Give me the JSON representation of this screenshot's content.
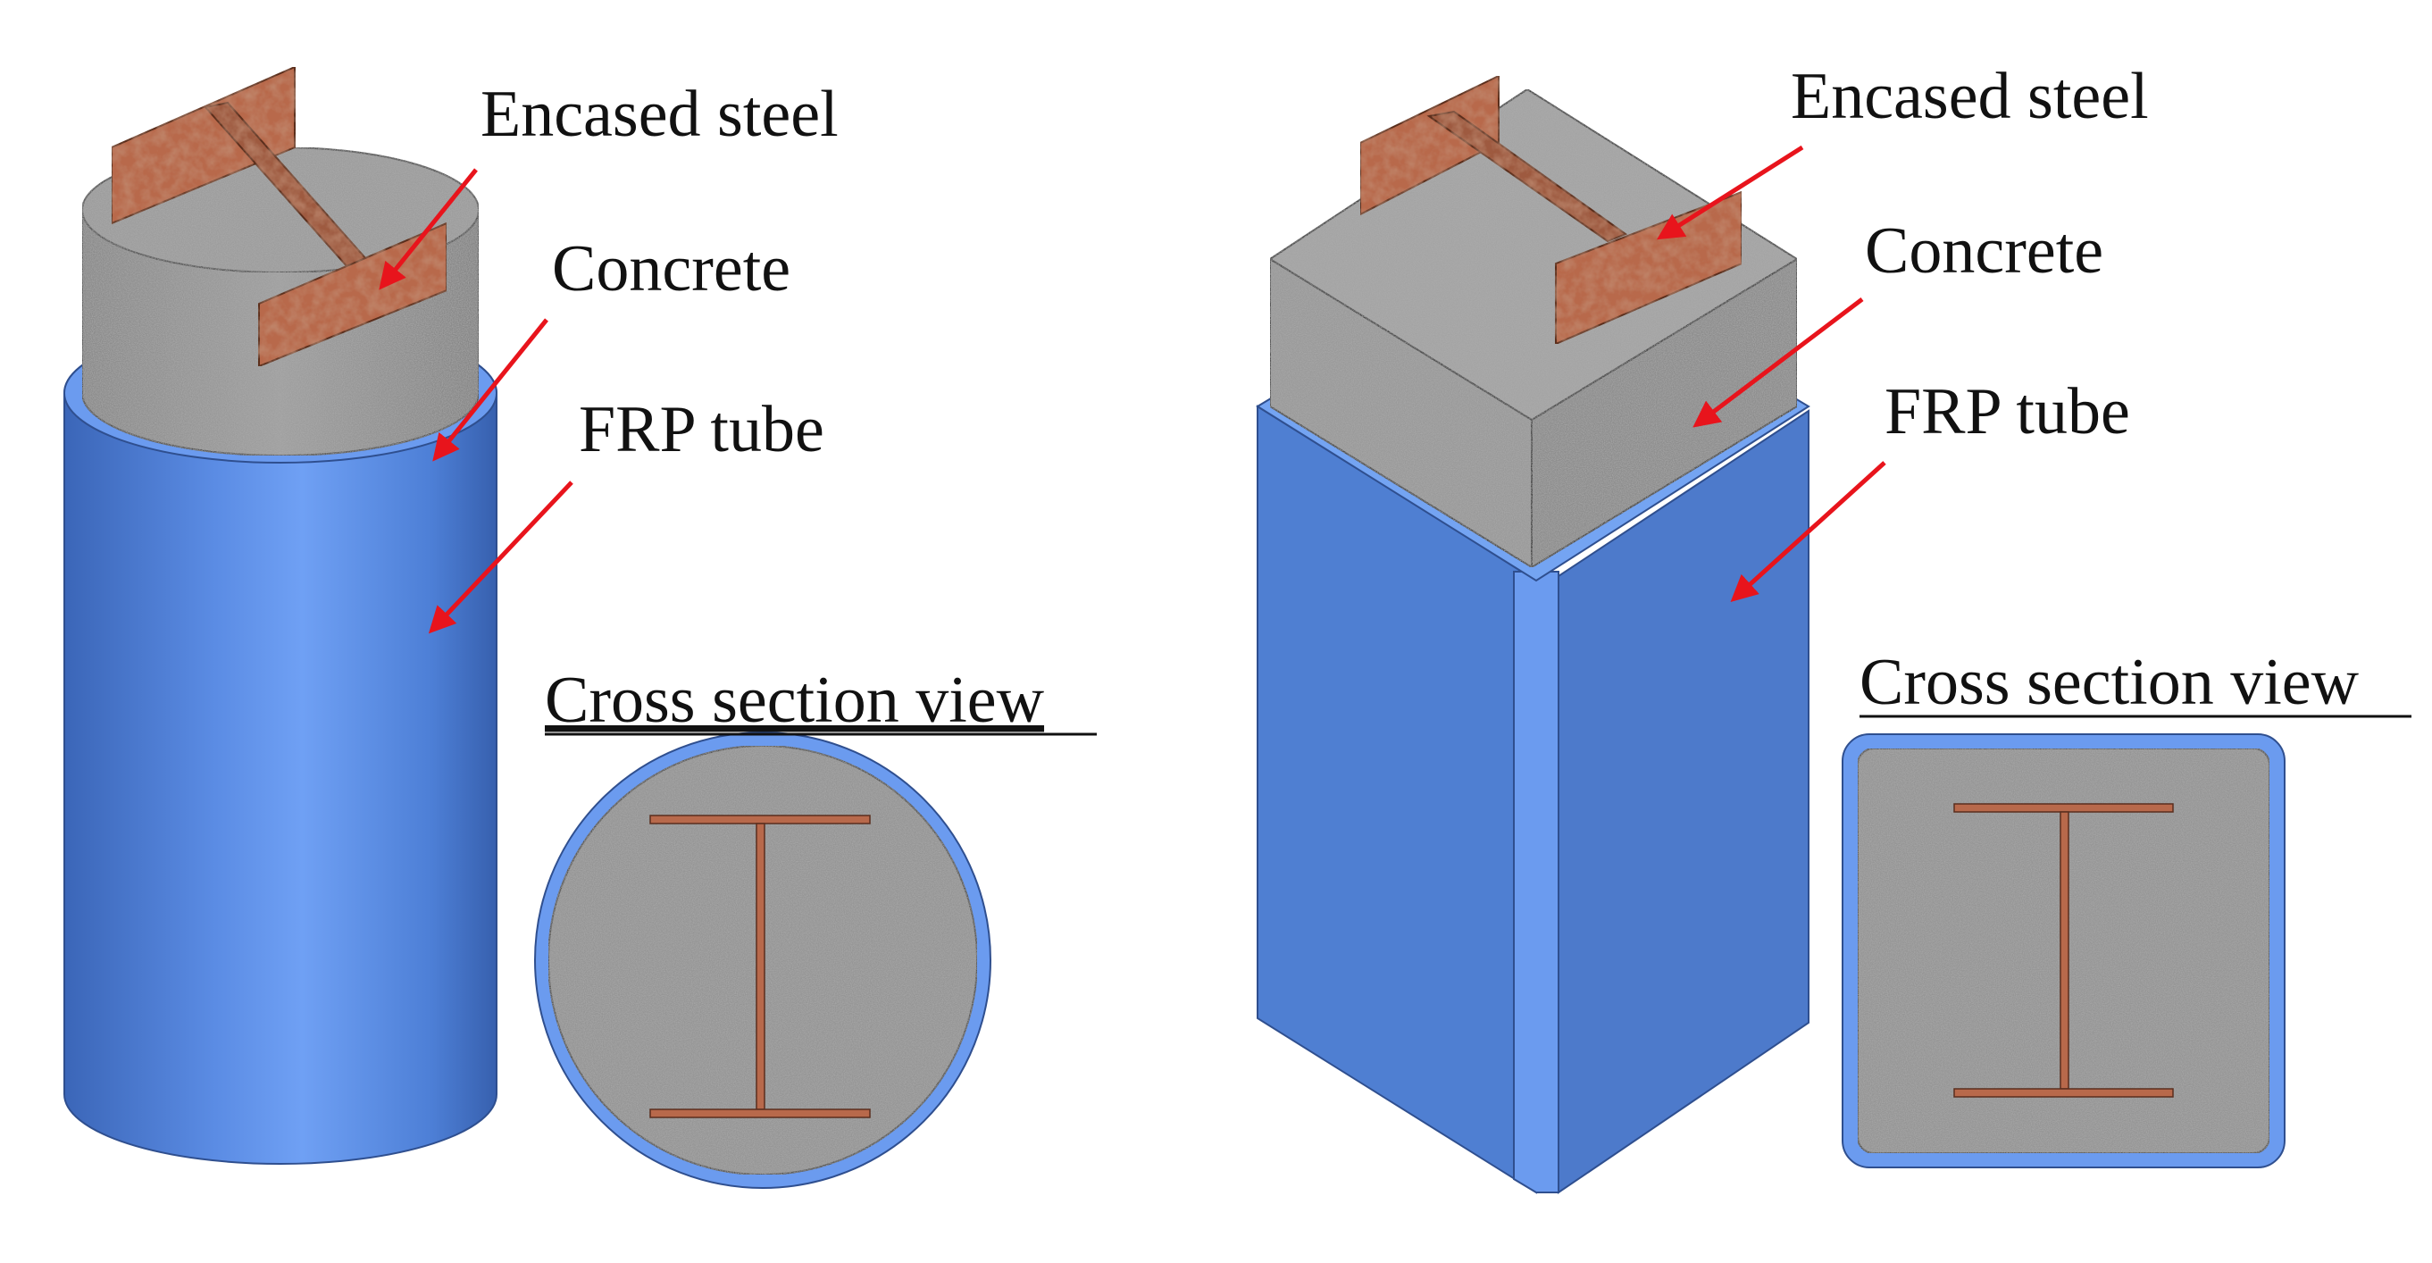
{
  "left_figure": {
    "shape": "circular",
    "labels": {
      "steel": "Encased steel",
      "concrete": "Concrete",
      "tube": "FRP tube",
      "cross_section": "Cross section view"
    }
  },
  "right_figure": {
    "shape": "square",
    "labels": {
      "steel": "Encased steel",
      "concrete": "Concrete",
      "tube": "FRP tube",
      "cross_section": "Cross section view"
    }
  },
  "colors": {
    "frp_blue": "#4f7fd2",
    "frp_light": "#6b9bef",
    "frp_rim": "#74a4f2",
    "concrete": "#8c8c8c",
    "steel": "#b5674a",
    "arrow": "#e8141c"
  }
}
